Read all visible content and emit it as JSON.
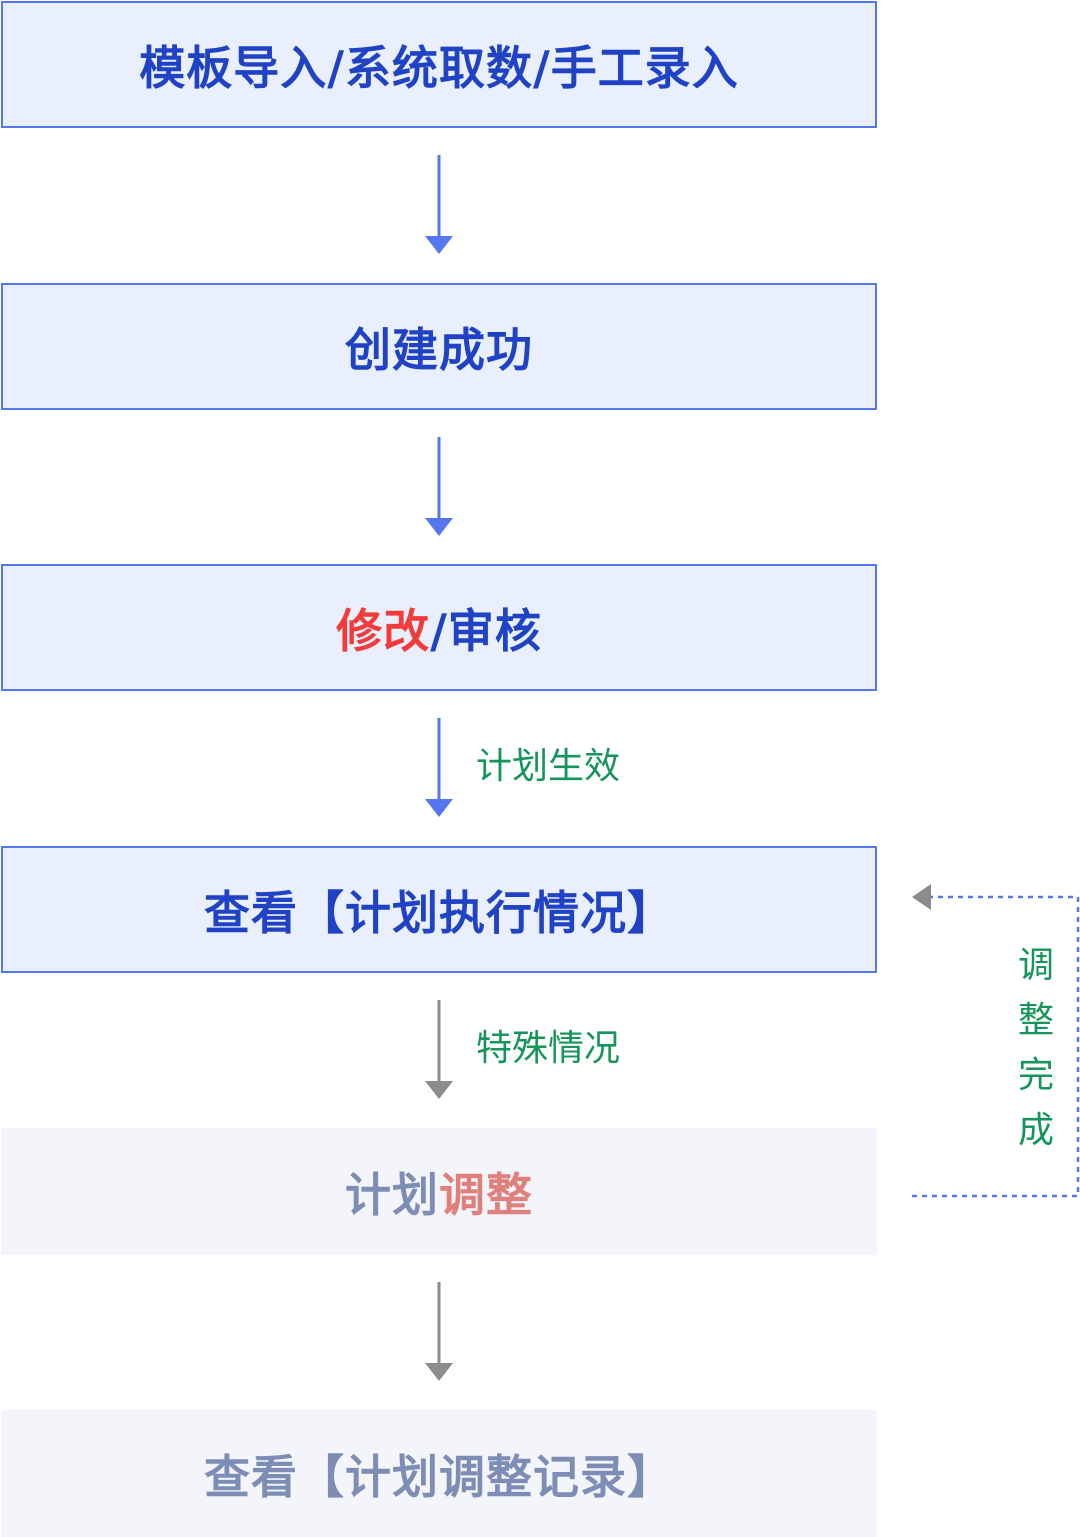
{
  "colors": {
    "active_fill": "#e9effd",
    "active_border": "#5477f0",
    "active_text": "#1f43c4",
    "muted_fill": "#f3f5fb",
    "muted_text": "#7e8db5",
    "highlight_red": "#f23c3c",
    "muted_red": "#e0807c",
    "label_green": "#15955a",
    "arrow_blue": "#5477f0",
    "arrow_gray": "#8c8c8c"
  },
  "steps": [
    {
      "text": "模板导入/系统取数/手工录入"
    },
    {
      "text": "创建成功"
    },
    {
      "highlight": "修改",
      "rest": "/审核"
    },
    {
      "text": "查看【计划执行情况】"
    },
    {
      "text": "计划",
      "highlight": "调整"
    },
    {
      "text": "查看【计划调整记录】"
    }
  ],
  "transitions": {
    "plan_effective": "计划生效",
    "special_case": "特殊情况",
    "adjust_done": "调整完成"
  }
}
